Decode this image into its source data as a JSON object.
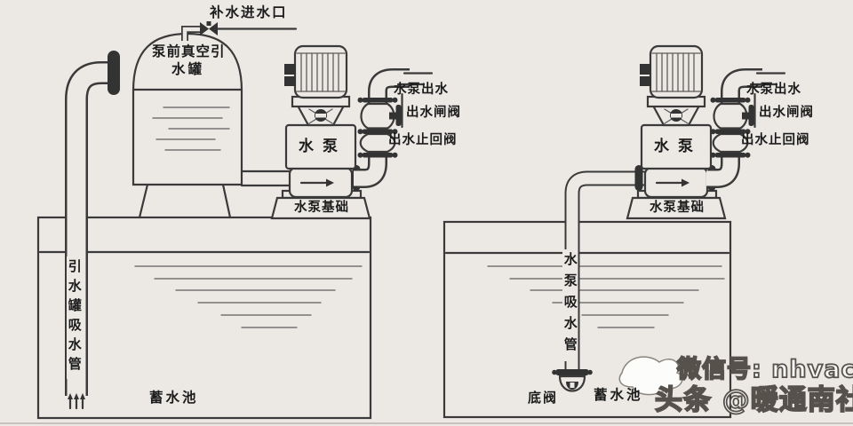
{
  "canvas": {
    "background": "#ece9e5",
    "line_color": "#3a3a3a",
    "text_color": "#1c1c1c"
  },
  "left_system": {
    "makeup_water_inlet_label": "补水进水口",
    "vacuum_tank_label_line1": "泵前真空引",
    "vacuum_tank_label_line2": "水罐",
    "tank_suction_pipe_label": "引水罐吸水管",
    "pump_label": "水泵",
    "pump_foundation_label": "水泵基础",
    "pump_outlet_label": "水泵出水",
    "outlet_gate_valve_label": "出水闸阀",
    "outlet_check_valve_label": "出水止回阀",
    "reservoir_label": "蓄水池"
  },
  "right_system": {
    "pump_label": "水泵",
    "pump_foundation_label": "水泵基础",
    "pump_outlet_label": "水泵出水",
    "outlet_gate_valve_label": "出水闸阀",
    "outlet_check_valve_label": "出水止回阀",
    "pump_suction_pipe_label": "水泵吸水管",
    "foot_valve_label": "底阀",
    "reservoir_label": "蓄水池"
  },
  "watermark": {
    "wechat_line": "微信号: nhvaca",
    "toutiao_line": "头条 @暖通南社"
  }
}
